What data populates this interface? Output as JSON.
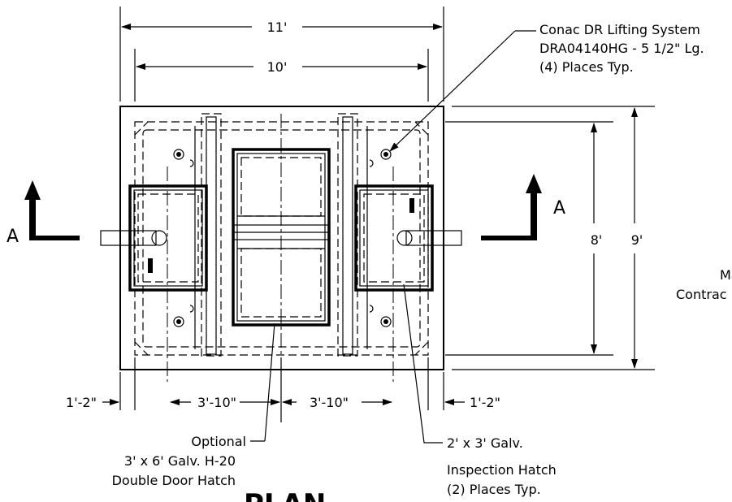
{
  "dimensions": {
    "overall_width": "11'",
    "inner_width": "10'",
    "inner_height": "8'",
    "overall_height": "9'",
    "left_offset": "1'-2\"",
    "right_offset": "1'-2\"",
    "left_center": "3'-10\"",
    "right_center": "3'-10\""
  },
  "callouts": {
    "lifting": [
      "Conac DR Lifting System",
      "DRA04140HG - 5 1/2\" Lg.",
      "(4) Places Typ."
    ],
    "hatch_double": [
      "Optional",
      "3' x 6' Galv. H-20",
      "Double Door Hatch"
    ],
    "hatch_inspection": [
      "2' x 3' Galv.",
      "Inspection Hatch",
      "(2) Places Typ."
    ],
    "right_partial": [
      "Ma",
      "Contrac"
    ],
    "bottom_partial": "PLAN"
  },
  "section": {
    "left_label": "A",
    "right_label": "A"
  }
}
